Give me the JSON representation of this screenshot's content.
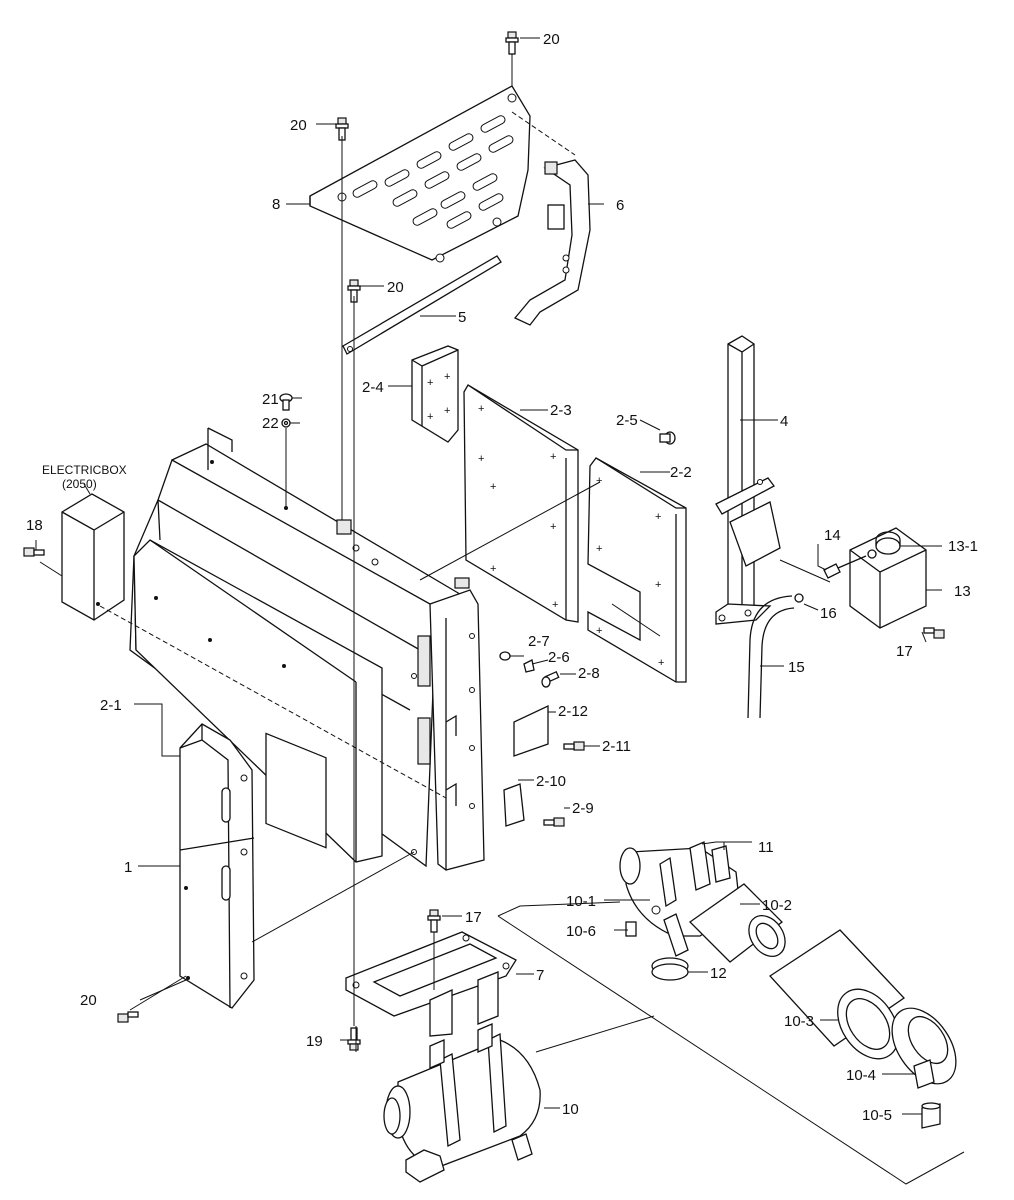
{
  "box_title": "ELECTRICBOX",
  "box_subtitle": "(2050)",
  "callouts": {
    "c1": "1",
    "c2_1": "2-1",
    "c2_2": "2-2",
    "c2_3": "2-3",
    "c2_4": "2-4",
    "c2_5": "2-5",
    "c2_6": "2-6",
    "c2_7": "2-7",
    "c2_8": "2-8",
    "c2_9": "2-9",
    "c2_10": "2-10",
    "c2_11": "2-11",
    "c2_12": "2-12",
    "c4": "4",
    "c5": "5",
    "c6": "6",
    "c7": "7",
    "c8": "8",
    "c10": "10",
    "c10_1": "10-1",
    "c10_2": "10-2",
    "c10_3": "10-3",
    "c10_4": "10-4",
    "c10_5": "10-5",
    "c10_6": "10-6",
    "c11": "11",
    "c12": "12",
    "c13": "13",
    "c13_1": "13-1",
    "c14": "14",
    "c15": "15",
    "c16": "16",
    "c17": "17",
    "c18": "18",
    "c19": "19",
    "c20": "20",
    "c21": "21",
    "c22": "22"
  }
}
